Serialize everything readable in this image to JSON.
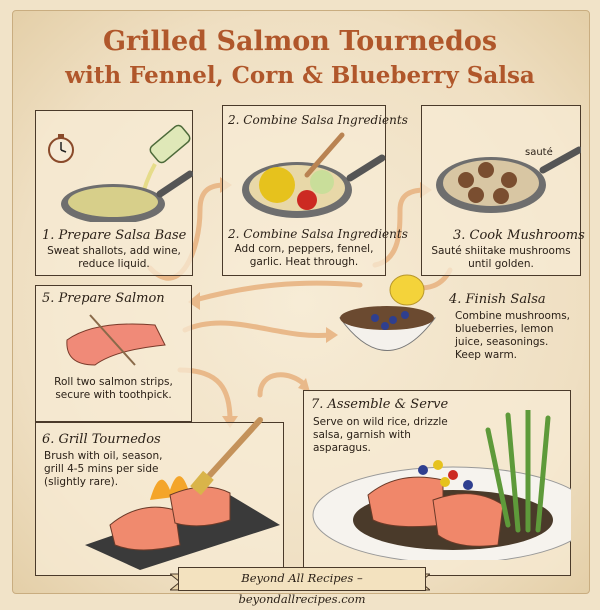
{
  "title": {
    "line1": "Grilled Salmon Tournedos",
    "line2": "with Fennel, Corn & Blueberry Salsa"
  },
  "steps": [
    {
      "title": "1. Prepare Salsa Base",
      "desc": "Sweat shallots, add wine, reduce liquid.",
      "icons": [
        "stopwatch-icon",
        "wine-bottle-icon",
        "frying-pan-icon"
      ]
    },
    {
      "header": "2. Combine Salsa Ingredients",
      "title": "2. Combine Salsa Ingredients",
      "desc": "Add corn, peppers, fennel, garlic. Heat through.",
      "icons": [
        "frying-pan-icon",
        "wooden-spoon-icon"
      ]
    },
    {
      "title": "3. Cook Mushrooms",
      "desc": "Sauté shiitake mushrooms until golden.",
      "tag": "sauté",
      "icons": [
        "frying-pan-icon",
        "mushroom-icon"
      ]
    },
    {
      "title": "4. Finish Salsa",
      "desc": "Combine mushrooms, blueberries, lemon juice, seasonings. Keep warm.",
      "icons": [
        "bowl-icon",
        "lemon-icon"
      ]
    },
    {
      "title": "5. Prepare Salmon",
      "desc": "Roll two salmon strips, secure with toothpick.",
      "icons": [
        "salmon-roll-icon"
      ]
    },
    {
      "title": "6. Grill Tournedos",
      "desc": "Brush with oil, season, grill 4-5 mins per side (slightly rare).",
      "icons": [
        "grill-icon",
        "brush-icon"
      ]
    },
    {
      "title": "7. Assemble & Serve",
      "desc": "Serve on wild rice, drizzle salsa, garnish with asparagus.",
      "icons": [
        "plate-icon",
        "asparagus-icon"
      ]
    }
  ],
  "footer": "Beyond All Recipes – beyondallrecipes.com",
  "colors": {
    "title": "#b0572b",
    "arrow": "#e9b98a",
    "paper": "#f1e3c8",
    "ink": "#2b2118"
  }
}
